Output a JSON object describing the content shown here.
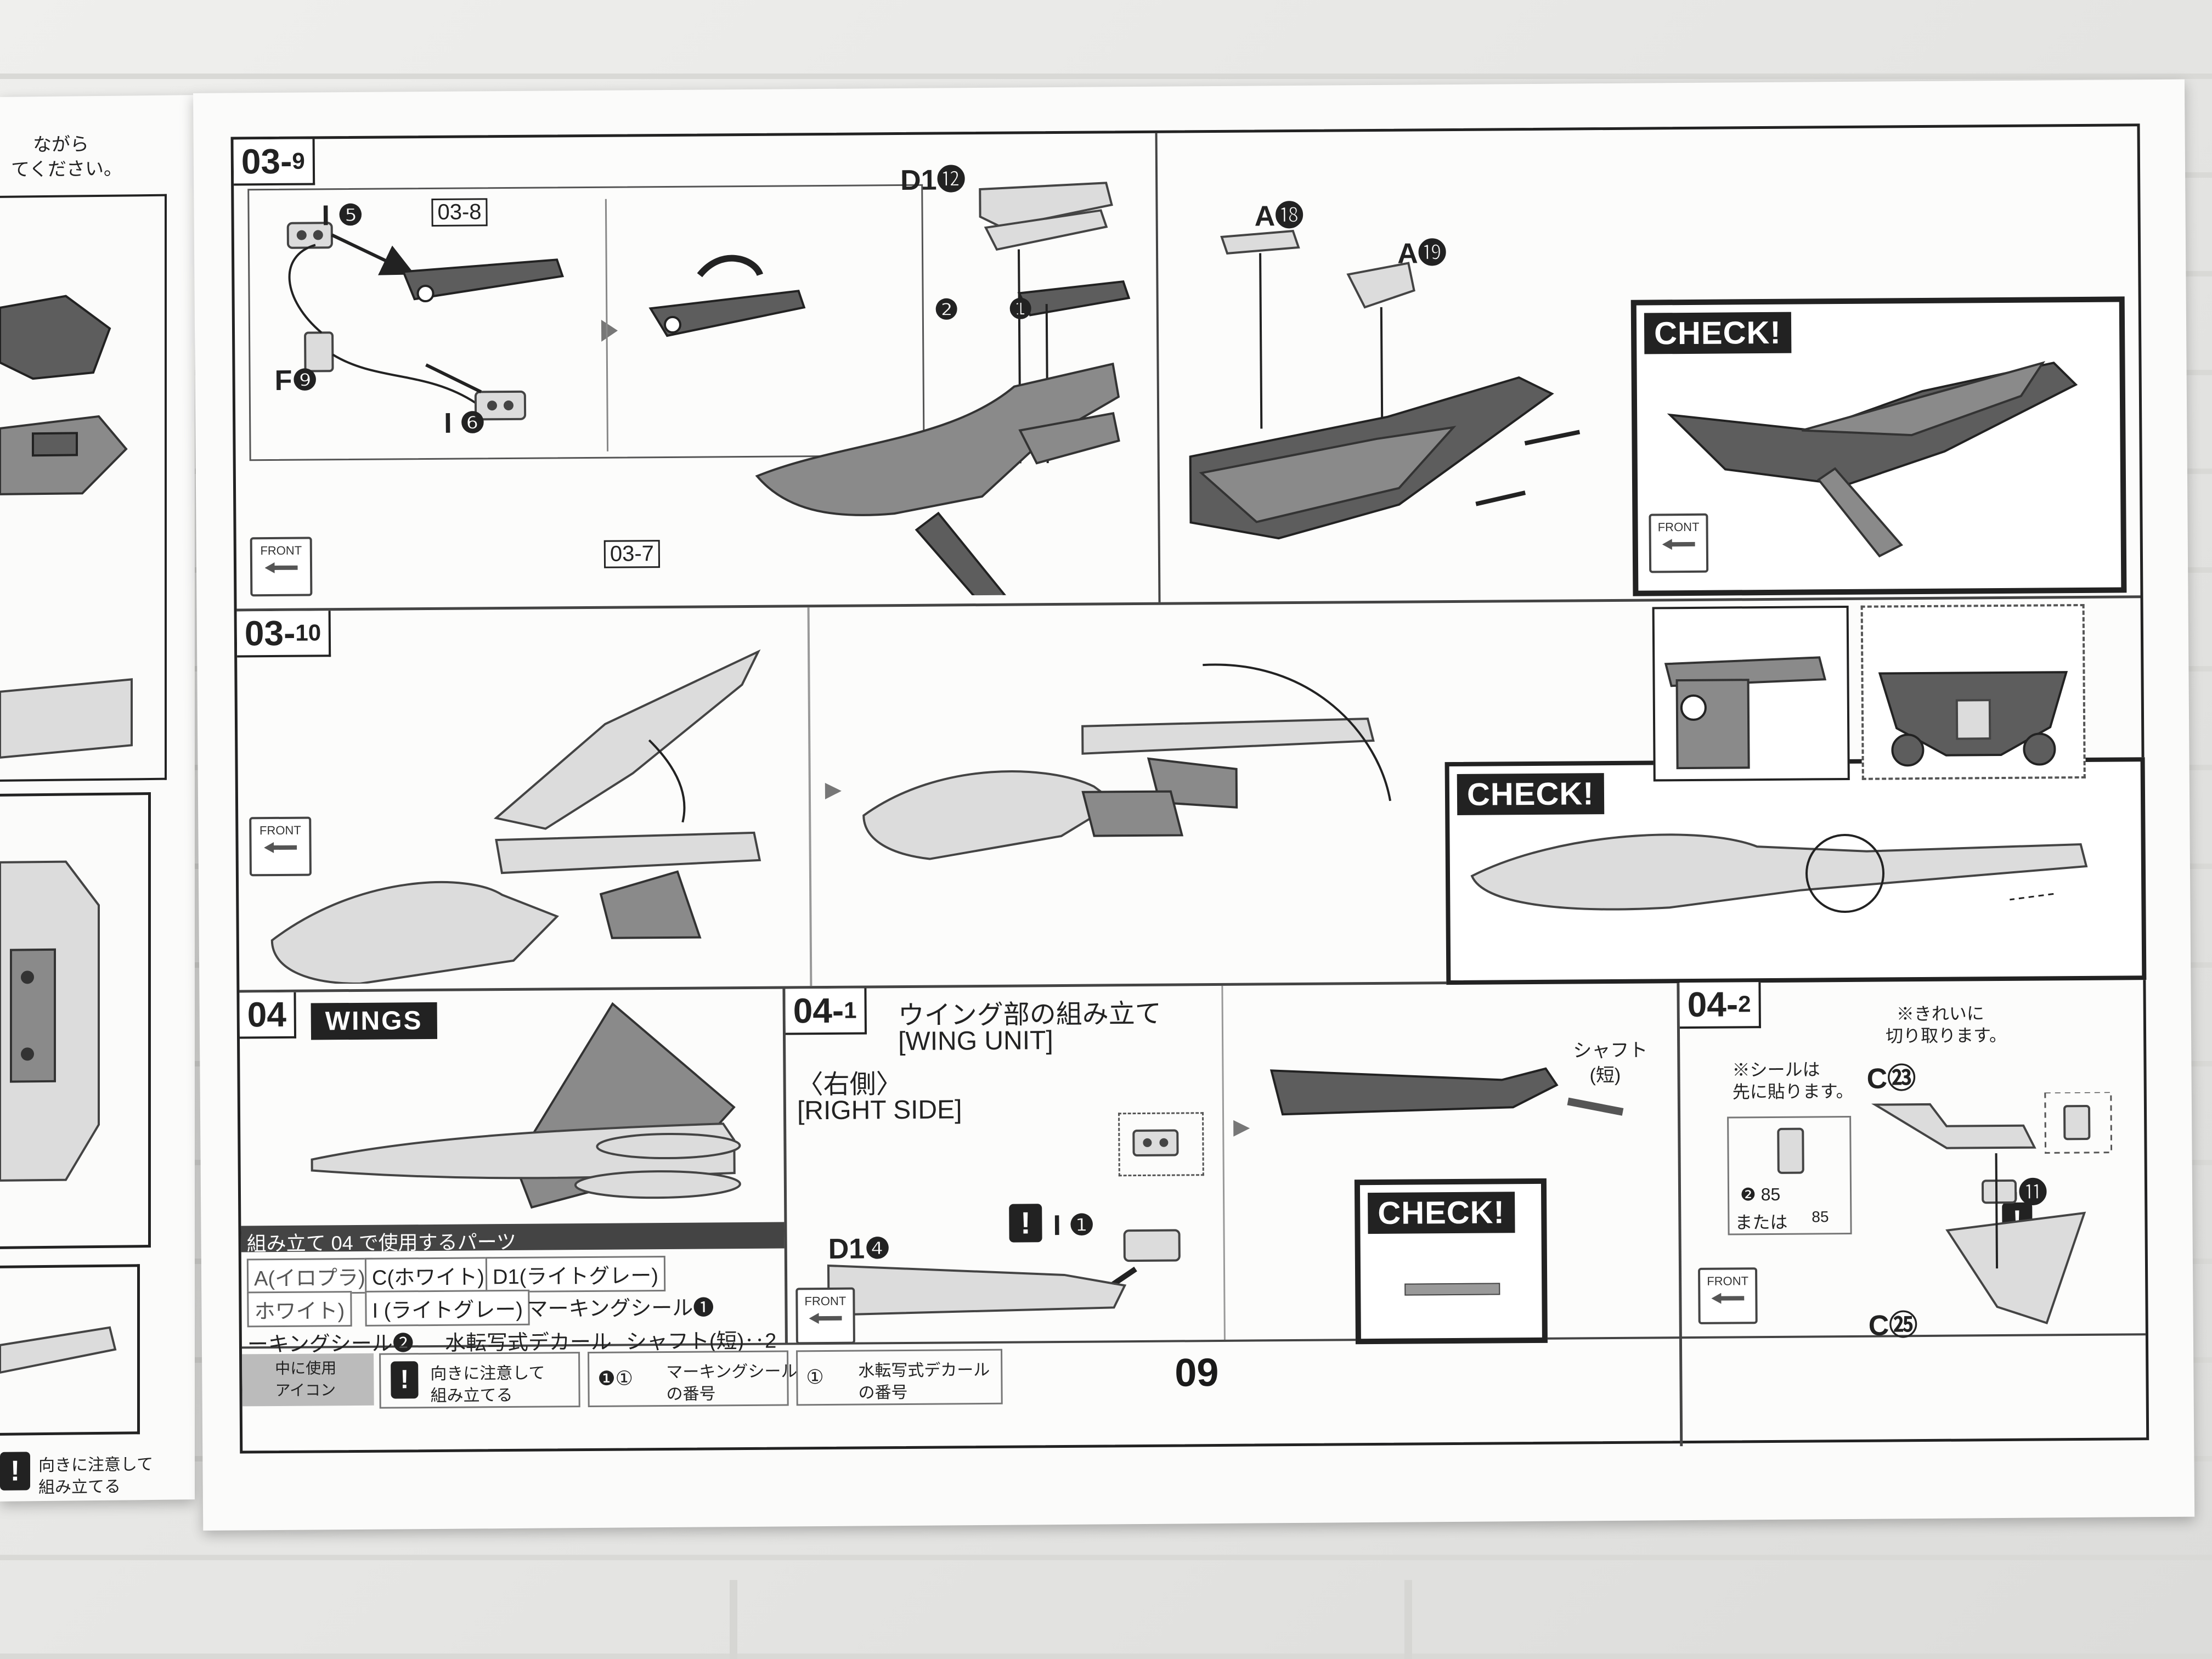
{
  "left_page": {
    "top_text_line1": "ながら",
    "top_text_line2": "てください。",
    "bottom_note_line1": "向きに注意して",
    "bottom_note_line2": "組み立てる"
  },
  "steps": {
    "s03_9": {
      "main": "03",
      "sub": "9"
    },
    "s03_10": {
      "main": "03",
      "sub": "10"
    },
    "s04": {
      "main": "04"
    },
    "s04_1": {
      "main": "04",
      "sub": "1"
    },
    "s04_2": {
      "main": "04",
      "sub": "2"
    }
  },
  "panel_03_9": {
    "labels": {
      "i5": "I ❺",
      "f9": "F❾",
      "i6": "I ❻",
      "ref_03_8": "03-8",
      "d1_12": "D1⓬",
      "a18": "A⓲",
      "a19": "A⓳",
      "ref_03_7": "03-7",
      "num2": "❷",
      "num1": "❶"
    },
    "front": "FRONT",
    "check": "CHECK!",
    "check_front": "FRONT"
  },
  "panel_03_10": {
    "front": "FRONT",
    "check": "CHECK!"
  },
  "panel_04": {
    "badge": "WINGS",
    "parts_title": "組み立て 04 で使用するパーツ",
    "parts": {
      "a": "A(イロプラ)",
      "c": "C(ホワイト)",
      "d1": "D1(ライトグレー)",
      "white": "ホワイト)",
      "i": "I (ライトグレー)",
      "marking1": "マーキングシール❶",
      "marking2": "ーキングシール❷",
      "decal": "水転写式デカール",
      "shaft": "シャフト(短)‥2"
    }
  },
  "panel_04_1": {
    "title_jp": "ウイング部の組み立て",
    "title_en": "[WING UNIT]",
    "side_jp": "〈右側〉",
    "side_en": "[RIGHT SIDE]",
    "i1": "I ❶",
    "d14": "D1❹",
    "shaft_jp": "シャフト",
    "shaft_short": "(短)",
    "front": "FRONT",
    "check": "CHECK!"
  },
  "panel_04_2": {
    "note_cut": "※きれいに",
    "note_cut2": "切り取ります。",
    "note_seal": "※シールは",
    "note_seal2": "先に貼ります。",
    "c23": "C㉓",
    "g11": "G⓫",
    "c25": "C㉕",
    "seal_no": "❷ 85",
    "or": "または",
    "decal_no": "85",
    "front": "FRONT"
  },
  "legend": {
    "icon_desc1": "中に使用",
    "icon_desc2": "アイコン",
    "warn_text1": "向きに注意して",
    "warn_text2": "組み立てる",
    "marking_text1": "マーキングシール",
    "marking_text2": "の番号",
    "decal_text1": "水転写式デカール",
    "decal_text2": "の番号",
    "marking_nums": "❶①",
    "decal_num": "①"
  },
  "page_number": "09"
}
